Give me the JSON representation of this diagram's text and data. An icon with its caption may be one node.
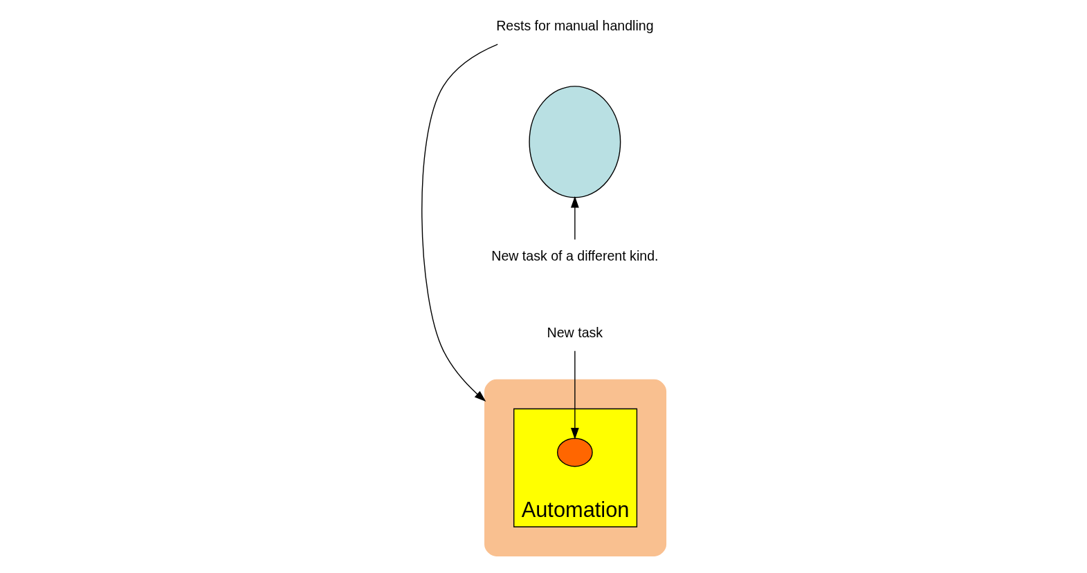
{
  "diagram": {
    "nodes": [
      {
        "text": [],
        "shape": "cloud"
      },
      {
        "text": [
          "Automation"
        ],
        "in": 0
      },
      {
        "text": [],
        "shape": "circle",
        "in": 1
      },
      {
        "text": [
          "New task"
        ]
      },
      {
        "text": [],
        "shape": "circle"
      },
      {
        "text": [
          "New task of a different kind."
        ]
      },
      {
        "text": [
          "Rests for manual handling"
        ]
      }
    ],
    "edges": [
      {
        "from": 3,
        "to": 2,
        "arrow": "to"
      },
      {
        "from": 5,
        "to": 4,
        "arrow": "to"
      },
      {
        "from": 6,
        "to": 0,
        "arrow": "to"
      }
    ]
  }
}
